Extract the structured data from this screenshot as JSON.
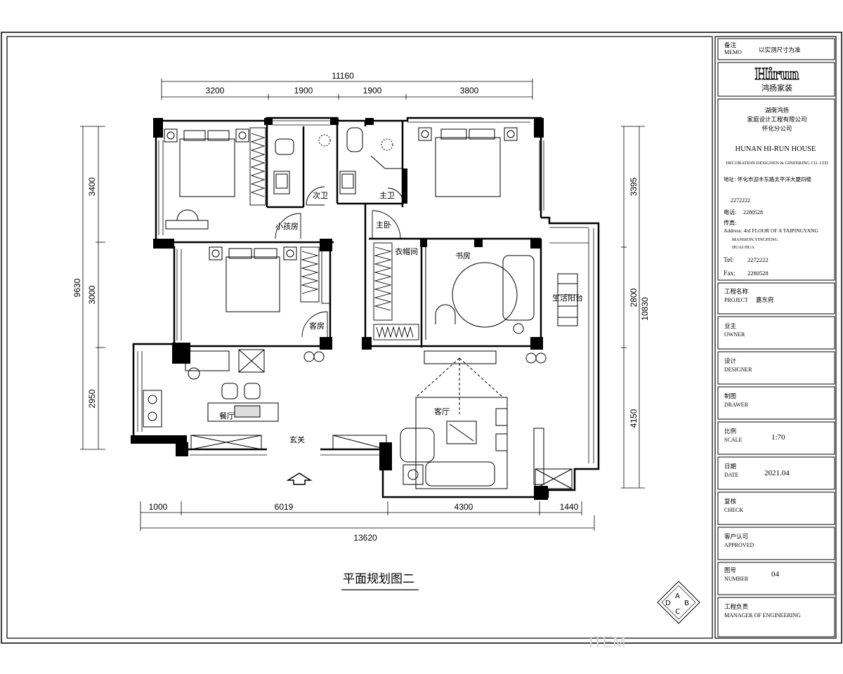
{
  "drawing": {
    "title": "平面规划图二",
    "rooms": {
      "kid_room": "小孩房",
      "guest_bath": "次卫",
      "master_bath": "主卫",
      "master_bed": "主卧",
      "closet": "衣帽间",
      "study": "书房",
      "guest_room": "客房",
      "balcony": "生活阳台",
      "dining": "餐厅",
      "living": "客厅",
      "entry": "玄关"
    },
    "dimensions": {
      "top_total": "11160",
      "top_segments": [
        "3200",
        "1900",
        "1900",
        "3800"
      ],
      "left_total": "9630",
      "left_segments": [
        "3400",
        "3000",
        "2950"
      ],
      "right_total": "10830",
      "right_segments": [
        "3395",
        "2800",
        "4150"
      ],
      "bottom_total": "13620",
      "bottom_segments": [
        "1000",
        "6019",
        "4300",
        "1440"
      ]
    },
    "compass": [
      "A",
      "B",
      "C",
      "D"
    ],
    "watermark": "ITEM"
  },
  "title_block": {
    "memo_label": "备注",
    "memo_label_en": "MEMO",
    "memo_value": "以实测尺寸为准",
    "logo_text": "Hirun",
    "logo_sub": "鸿扬家装",
    "company_cn_1": "湖南鸿扬",
    "company_cn_2": "家庭设计工程有限公司",
    "company_cn_3": "怀化分公司",
    "company_en": "HUNAN HI-RUN HOUSE",
    "company_en_2": "DECORATION DESIGNEN & GINEERING CO. LTD",
    "address_cn": "地址: 怀化市迎丰东路太平洋大厦四楼",
    "phone_1": "2272222",
    "fax_label_cn": "电话:",
    "fax_1": "2280528",
    "fax_cn_label": "传真:",
    "address_en_1": "Address: 4rd FLOOR OF A TAIPINGYANG",
    "address_en_2": "MANSION,YINGFENG",
    "address_en_3": "HUAI HUA",
    "tel_label": "Tel:",
    "tel_value": "2272222",
    "fax_label": "Fax:",
    "fax_value": "2280528",
    "project_label": "工程名称",
    "project_label_en": "PROJECT",
    "project_value": "嘉东府",
    "owner_label": "业主",
    "owner_label_en": "OWNER",
    "designer_label": "设计",
    "designer_label_en": "DESIGNER",
    "drawer_label": "制图",
    "drawer_label_en": "DRAWER",
    "scale_label": "比例",
    "scale_label_en": "SCALE",
    "scale_value": "1:70",
    "date_label": "日期",
    "date_label_en": "DATE",
    "date_value": "2021.04",
    "check_label": "复核",
    "check_label_en": "CHECK",
    "approved_label": "客户认可",
    "approved_label_en": "APPROVED",
    "number_label": "图号",
    "number_label_en": "NUMBER",
    "number_value": "04",
    "manager_label": "工程负责",
    "manager_label_en": "MANAGER OF ENGINEERING"
  }
}
